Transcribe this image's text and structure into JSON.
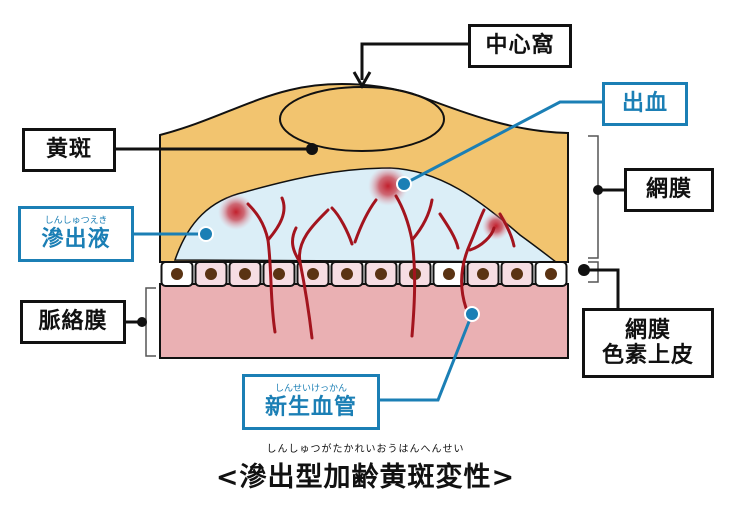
{
  "labels": {
    "fovea": "中心窩",
    "macula": "黄斑",
    "hemorrhage": "出血",
    "retina": "網膜",
    "exudate": {
      "ruby": "しんしゅつえき",
      "text": "滲出液"
    },
    "choroid": "脈絡膜",
    "rpe_line1": "網膜",
    "rpe_line2": "色素上皮",
    "neovessel": {
      "ruby": "しんせいけっかん",
      "text": "新生血管"
    }
  },
  "caption": {
    "ruby": "しんしゅつがたかれいおうはんへんせい",
    "text": "<滲出型加齢黄斑変性>"
  },
  "colors": {
    "retina_fill": "#f2c46f",
    "exudate_fill": "#dbeef7",
    "choroid_fill": "#eab0b3",
    "vessel": "#a3141e",
    "cell_fill": "#f6dde3",
    "nucleus": "#5a3313",
    "label_blue": "#1b7fb5",
    "label_black": "#111111"
  }
}
